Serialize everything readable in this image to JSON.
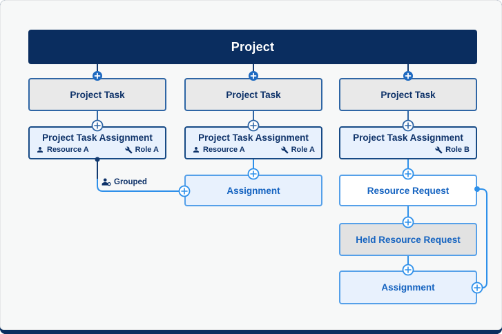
{
  "colors": {
    "navy": "#0a2d5f",
    "card_bg": "#f7f8f8",
    "text_navy": "#0d3168",
    "blue_text": "#1563c0",
    "task_border": "#2f66a5",
    "pta_border": "#174a85",
    "light_border": "#55a0e9",
    "bright_blue": "#2e90ea",
    "line_navy": "#123a70",
    "filled_circle": "#1e6ac1",
    "gray_fill": "#e9e9e9",
    "held_fill": "#e2e2e2",
    "light_fill": "#e8f1fd"
  },
  "diagram": {
    "root_label": "Project",
    "columns": [
      {
        "task_label": "Project Task",
        "assignment_title": "Project Task Assignment",
        "resource": "Resource A",
        "role": "Role A"
      },
      {
        "task_label": "Project Task",
        "assignment_title": "Project Task Assignment",
        "resource": "Resource A",
        "role": "Role A"
      },
      {
        "task_label": "Project Task",
        "assignment_title": "Project Task Assignment",
        "role": "Role B"
      }
    ],
    "grouped_label": "Grouped",
    "middle_assignment_label": "Assignment",
    "resource_request_label": "Resource Request",
    "held_resource_request_label": "Held Resource Request",
    "bottom_assignment_label": "Assignment"
  }
}
